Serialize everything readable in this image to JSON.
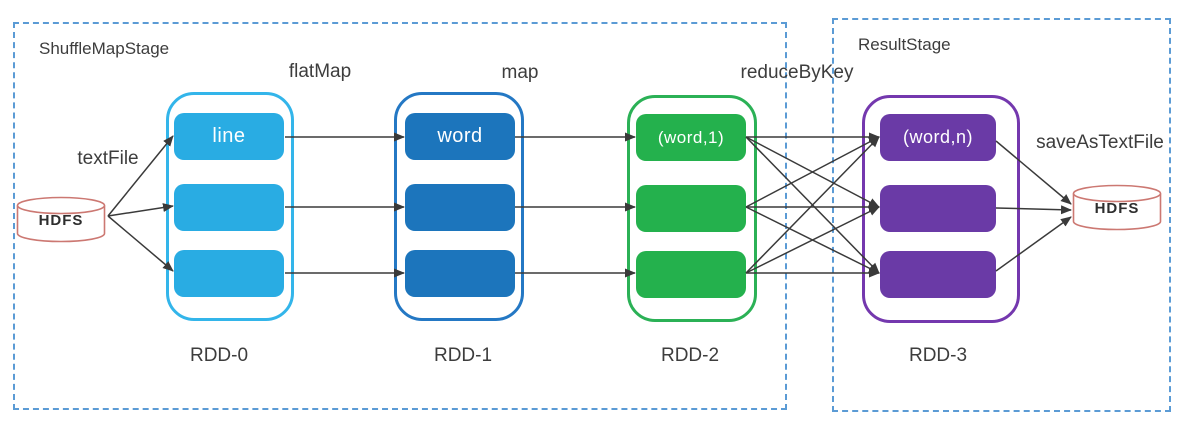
{
  "stages": [
    {
      "label": "ShuffleMapStage"
    },
    {
      "label": "ResultStage"
    }
  ],
  "rdds": [
    {
      "label": "RDD-0",
      "stage": "ShuffleMapStage",
      "partitions": [
        "line",
        "",
        ""
      ]
    },
    {
      "label": "RDD-1",
      "stage": "ShuffleMapStage",
      "partitions": [
        "word",
        "",
        ""
      ]
    },
    {
      "label": "RDD-2",
      "stage": "ShuffleMapStage",
      "partitions": [
        "(word,1)",
        "",
        ""
      ]
    },
    {
      "label": "RDD-3",
      "stage": "ResultStage",
      "partitions": [
        "(word,n)",
        "",
        ""
      ]
    }
  ],
  "operations": {
    "textFile": "textFile",
    "flatMap": "flatMap",
    "map": "map",
    "reduceByKey": "reduceByKey",
    "saveAsTextFile": "saveAsTextFile"
  },
  "hdfs": {
    "input": {
      "label": "HDFS"
    },
    "output": {
      "label": "HDFS"
    }
  },
  "connections": [
    {
      "from": "hdfs-input",
      "to": "rdd0",
      "operation": "textFile",
      "type": "fan-out"
    },
    {
      "from": "rdd0",
      "to": "rdd1",
      "operation": "flatMap",
      "type": "one-to-one"
    },
    {
      "from": "rdd1",
      "to": "rdd2",
      "operation": "map",
      "type": "one-to-one"
    },
    {
      "from": "rdd2",
      "to": "rdd3",
      "operation": "reduceByKey",
      "type": "all-to-all"
    },
    {
      "from": "rdd3",
      "to": "hdfs-output",
      "operation": "saveAsTextFile",
      "type": "fan-in"
    }
  ],
  "colors": {
    "rdd0_fill": "#29ACE3",
    "rdd0_border": "#33B5EA",
    "rdd1_fill": "#1C75BC",
    "rdd1_border": "#2478C4",
    "rdd2_fill": "#24B14D",
    "rdd2_border": "#2BB156",
    "rdd3_fill": "#6A3AA6",
    "rdd3_border": "#7438AE",
    "stage_border": "#5B9BD5",
    "cylinder_stroke": "#CC7872",
    "arrow": "#3A3A3A",
    "label_text": "#3D3D3D",
    "partition_text": "#FFFFFF"
  }
}
